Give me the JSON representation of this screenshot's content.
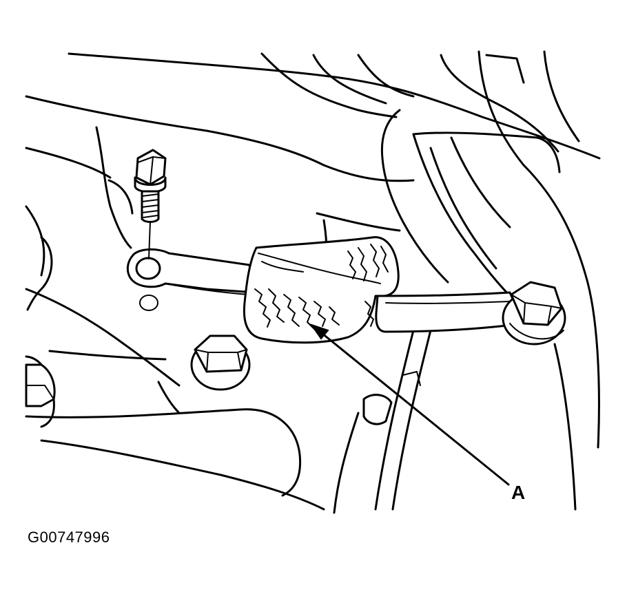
{
  "figure": {
    "callout_label": "A",
    "figure_id": "G00747996"
  },
  "colors": {
    "line": "#000000",
    "background": "#ffffff"
  },
  "parts": [
    {
      "name": "bolt",
      "icon": "hex-bolt-icon"
    },
    {
      "name": "bracket-hole",
      "icon": "washer-icon"
    },
    {
      "name": "rubber-boot",
      "icon": "boot-icon"
    },
    {
      "name": "hex-nut-right",
      "icon": "hex-nut-icon"
    },
    {
      "name": "hex-nut-center",
      "icon": "hex-nut-icon"
    }
  ]
}
